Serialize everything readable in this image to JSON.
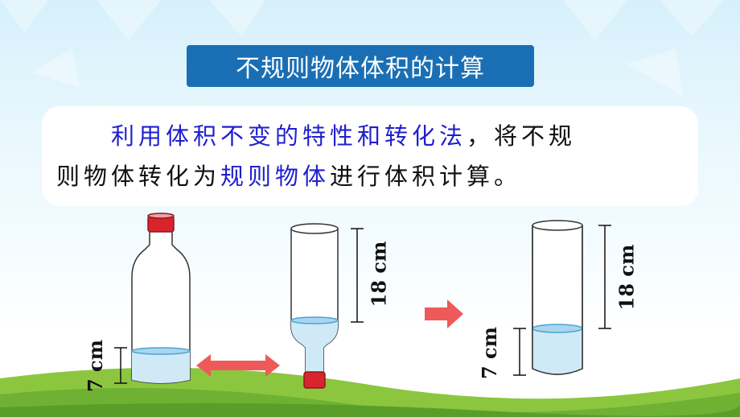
{
  "title": "不规则物体体积的计算",
  "body": {
    "line1_indent_highlight": "利用体积不变的特性和转化法",
    "line1_rest": "，将不规",
    "line2_start": "则物体转化为",
    "line2_highlight": "规则物体",
    "line2_end": "进行体积计算。"
  },
  "labels": {
    "bottle_water": "7 cm",
    "inverted_air": "18 cm",
    "cylinder_air": "18 cm",
    "cylinder_water": "7 cm"
  },
  "colors": {
    "title_bg": "#1a6fb4",
    "highlight": "#1f1fd0",
    "water": "#cfe9f6",
    "cap": "#d9232d",
    "arrow": "#ee5a5a"
  }
}
